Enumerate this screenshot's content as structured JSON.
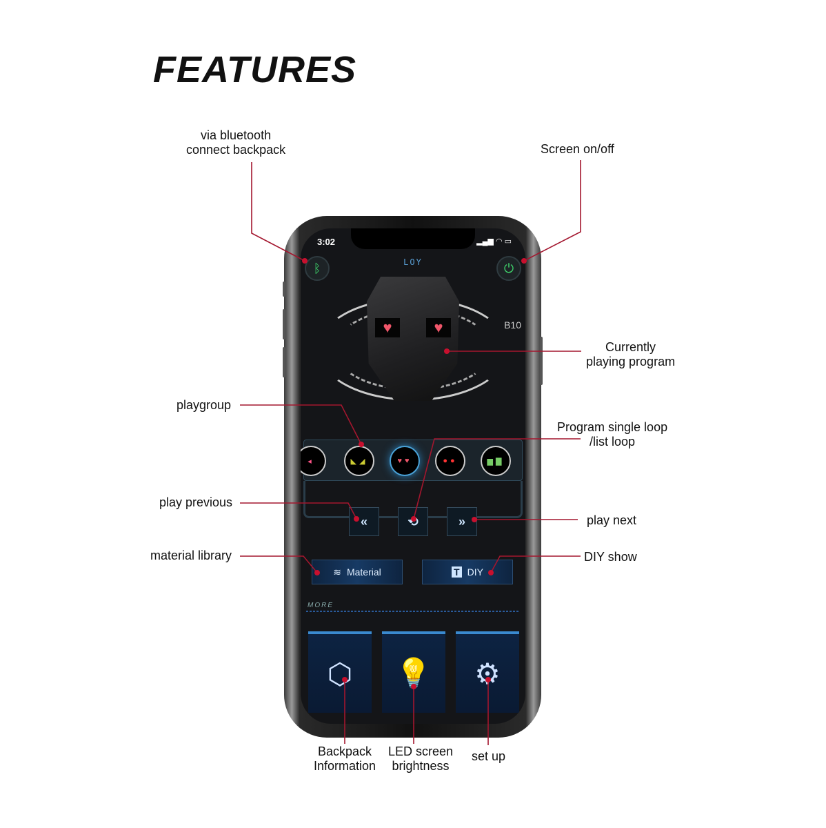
{
  "title": "FEATURES",
  "callout_color": "#a3162e",
  "callouts": {
    "bluetooth": [
      "via bluetooth",
      "connect backpack"
    ],
    "screen": "Screen on/off",
    "current": [
      "Currently",
      "playing program"
    ],
    "playgroup": "playgroup",
    "loop": [
      "Program single loop",
      "/list loop"
    ],
    "previous": "play previous",
    "next": "play next",
    "material": "material library",
    "diy": "DIY show",
    "backpack": [
      "Backpack",
      "Information"
    ],
    "brightness": [
      "LED screen",
      "brightness"
    ],
    "setup": "set up"
  },
  "phone": {
    "time": "3:02",
    "app_title": "LOY",
    "hud_text": "B10",
    "material_label": "Material",
    "diy_label": "DIY",
    "more_label": "MORE"
  }
}
